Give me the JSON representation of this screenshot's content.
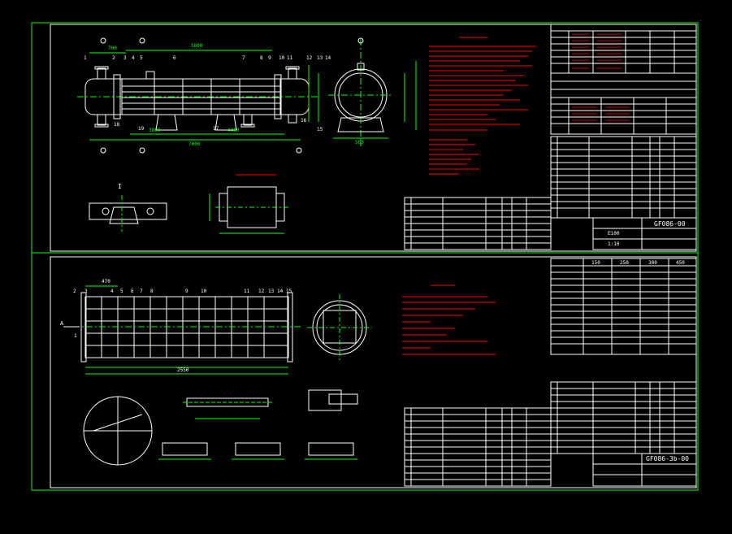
{
  "colors": {
    "frame": "#00ff00",
    "geometry": "#ffffff",
    "dimension": "#00ff00",
    "notes": "#ff0000",
    "table_text": "#ffffff",
    "accent": "#ffff00"
  },
  "top": {
    "dims": {
      "d_700a": "700",
      "d_5800": "5800",
      "d_3800": "3800",
      "d_4400": "4400",
      "d_7000": "7000",
      "d_580": "580"
    },
    "callouts": [
      "1",
      "2",
      "3",
      "4",
      "5",
      "6",
      "7",
      "8",
      "9",
      "10",
      "11",
      "12",
      "13",
      "14",
      "15",
      "16",
      "17",
      "18",
      "19"
    ],
    "detail_label": "I",
    "title_code": "GF086-00",
    "subtitle": "E100",
    "scale": "1:10",
    "drawing_no": "GF086-00"
  },
  "bottom": {
    "dims": {
      "d_470": "470",
      "d_2550": "2550"
    },
    "callouts": [
      "1",
      "2",
      "3",
      "4",
      "5",
      "6",
      "7",
      "8",
      "9",
      "10",
      "11",
      "12",
      "13",
      "14",
      "15"
    ],
    "section_arrow": "A",
    "title_code": "GF086-3b-00",
    "drawing_no": "GF086-3b-00",
    "param_headers": [
      "150",
      "250",
      "300",
      "450"
    ]
  }
}
